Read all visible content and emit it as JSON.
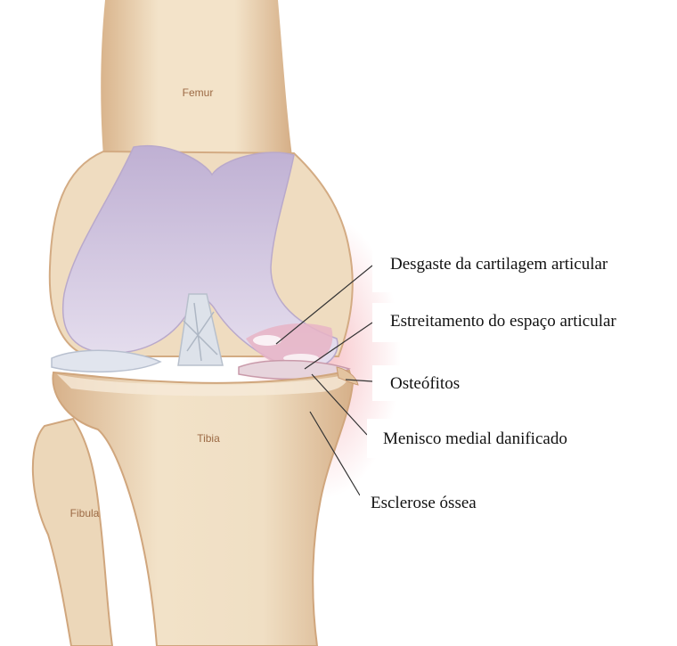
{
  "bone_labels": {
    "femur": "Femur",
    "tibia": "Tibia",
    "fibula": "Fibula"
  },
  "callouts": [
    {
      "id": "cartilage-wear",
      "text": "Desgaste da cartilagem articular"
    },
    {
      "id": "joint-space-narrowing",
      "text": "Estreitamento do espaço articular"
    },
    {
      "id": "osteophytes",
      "text": "Osteófitos"
    },
    {
      "id": "damaged-medial-meniscus",
      "text": "Menisco medial danificado"
    },
    {
      "id": "bone-sclerosis",
      "text": "Esclerose óssea"
    }
  ],
  "colors": {
    "bone": "#efdcc0",
    "bone_shadow": "#d9b48c",
    "cartilage": "#cdbfdc",
    "meniscus": "#e3e6ee",
    "ligament": "#dde2ea",
    "inflammation": "#d9647a",
    "leader_line": "#333333"
  }
}
